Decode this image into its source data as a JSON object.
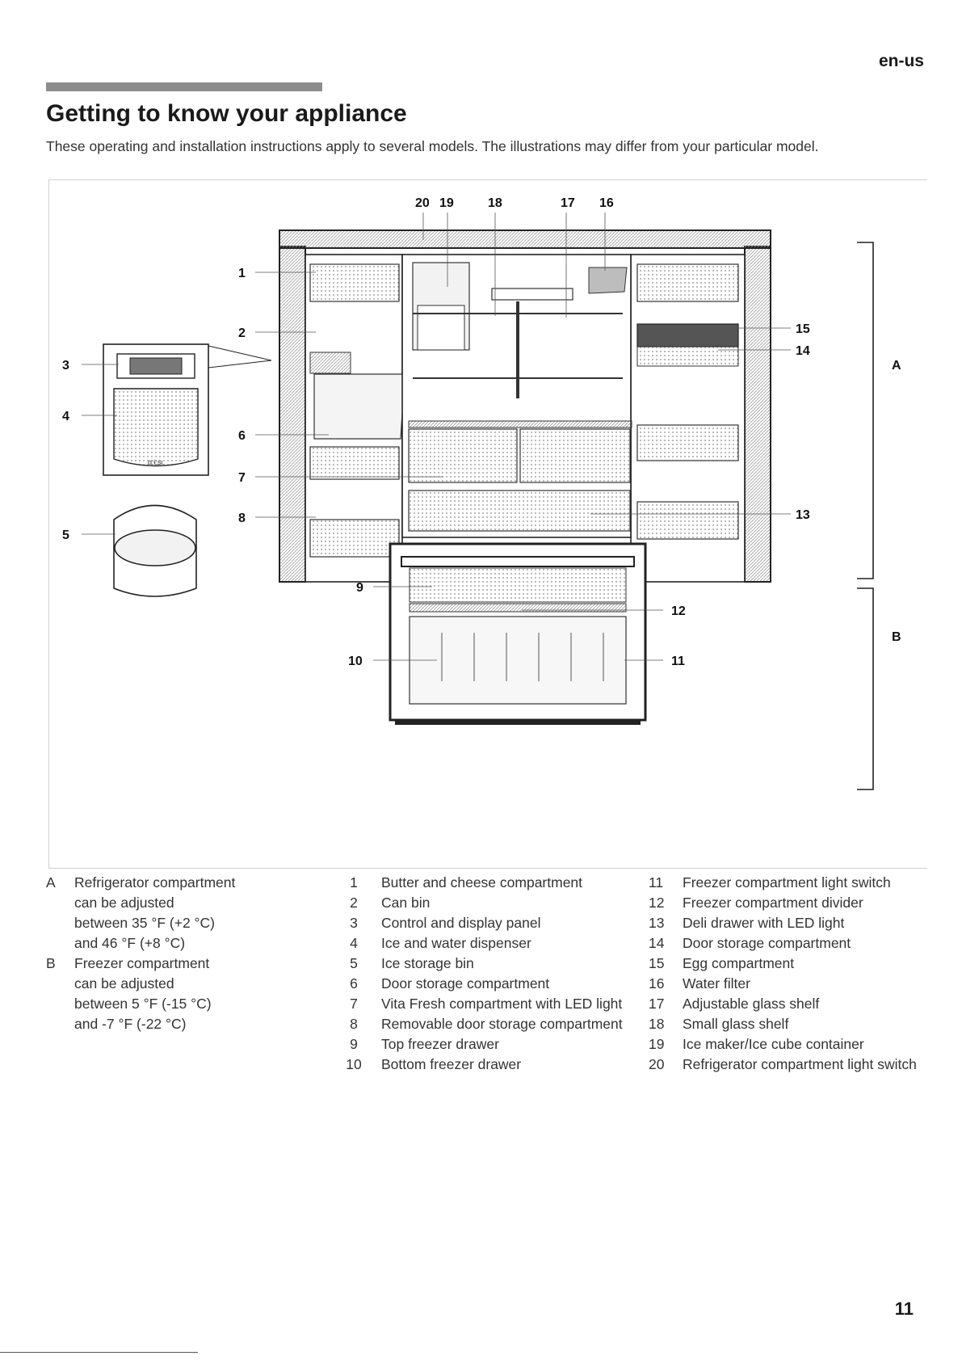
{
  "header": {
    "lang": "en-us"
  },
  "title": "Getting to know your appliance",
  "intro": "These operating and installation instructions apply to several models. The illustrations may differ from your particular model.",
  "figure": {
    "callouts": [
      "1",
      "2",
      "3",
      "4",
      "5",
      "6",
      "7",
      "8",
      "9",
      "10",
      "11",
      "12",
      "13",
      "14",
      "15",
      "16",
      "17",
      "18",
      "19",
      "20"
    ],
    "sections": [
      "A",
      "B"
    ],
    "dispenser_marking": "ɑ:ɨ:ʂɩ"
  },
  "legend_compartments": [
    {
      "key": "A",
      "lines": [
        "Refrigerator compartment",
        "can be adjusted",
        "between 35 °F (+2 °C)",
        "and 46 °F (+8 °C)"
      ]
    },
    {
      "key": "B",
      "lines": [
        "Freezer compartment",
        "can be adjusted",
        "between 5 °F (-15 °C)",
        "and -7 °F (-22 °C)"
      ]
    }
  ],
  "legend_parts_1": [
    {
      "num": "1",
      "text": "Butter and cheese compartment"
    },
    {
      "num": "2",
      "text": "Can bin"
    },
    {
      "num": "3",
      "text": "Control and display panel"
    },
    {
      "num": "4",
      "text": "Ice and water dispenser"
    },
    {
      "num": "5",
      "text": "Ice storage bin"
    },
    {
      "num": "6",
      "text": "Door storage compartment"
    },
    {
      "num": "7",
      "text": "Vita Fresh compartment with LED light"
    },
    {
      "num": "8",
      "text": "Removable door storage compartment"
    },
    {
      "num": "9",
      "text": "Top freezer drawer"
    },
    {
      "num": "10",
      "text": "Bottom freezer drawer"
    }
  ],
  "legend_parts_2": [
    {
      "num": "11",
      "text": "Freezer compartment light switch"
    },
    {
      "num": "12",
      "text": "Freezer compartment divider"
    },
    {
      "num": "13",
      "text": "Deli drawer with LED light"
    },
    {
      "num": "14",
      "text": "Door storage compartment"
    },
    {
      "num": "15",
      "text": "Egg compartment"
    },
    {
      "num": "16",
      "text": "Water filter"
    },
    {
      "num": "17",
      "text": "Adjustable glass shelf"
    },
    {
      "num": "18",
      "text": "Small glass shelf"
    },
    {
      "num": "19",
      "text": "Ice maker/Ice cube container"
    },
    {
      "num": "20",
      "text": "Refrigerator compartment light switch"
    }
  ],
  "page_number": "11"
}
